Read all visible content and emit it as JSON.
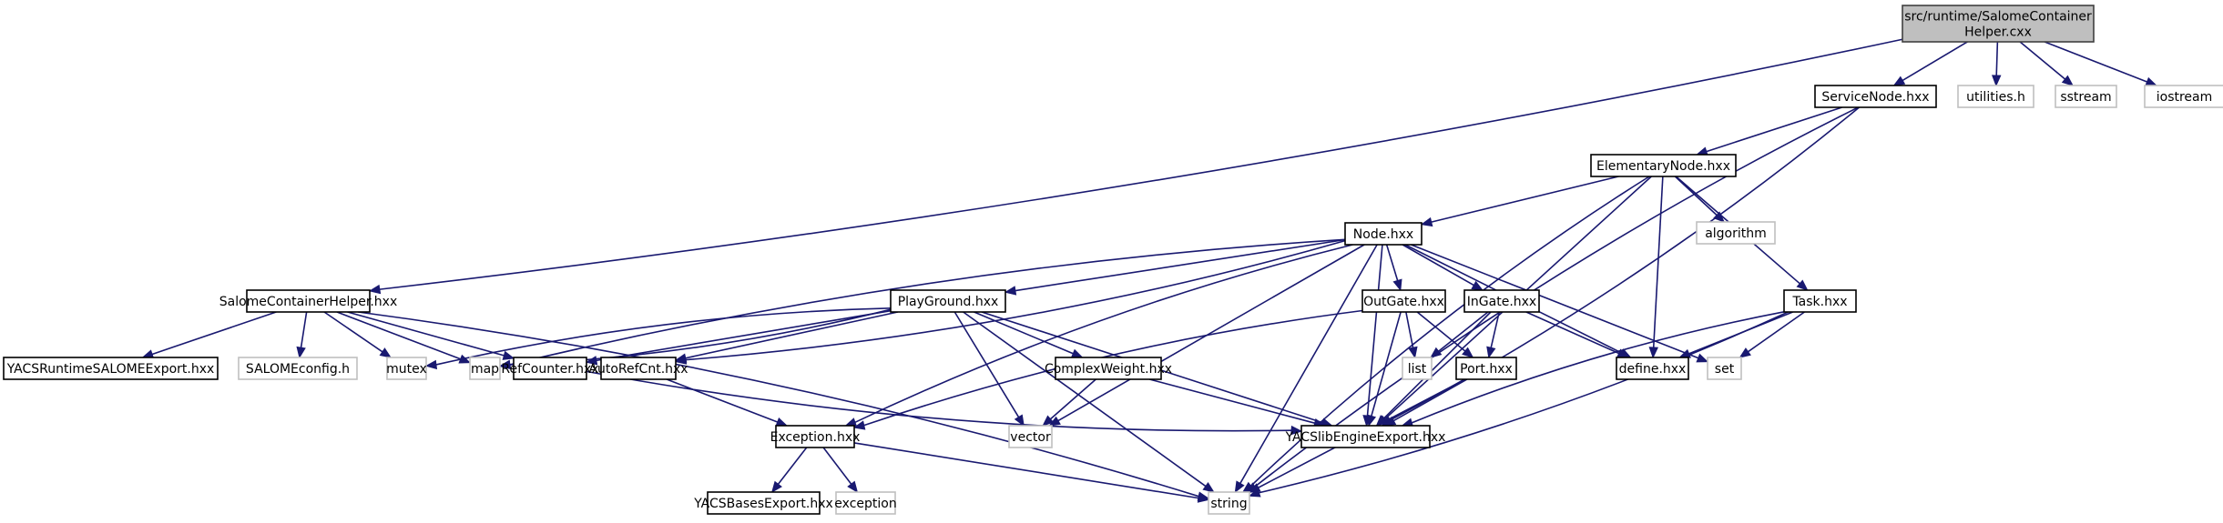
{
  "title": "Include dependency graph for SalomeContainerHelper.cxx",
  "colors": {
    "edge": "#191970",
    "root_fill": "#bfbfbf",
    "doc_border": "#000000",
    "external_border": "#bfbfbf"
  },
  "nodes": [
    {
      "id": "root",
      "lines": [
        "src/runtime/SalomeContainer",
        "Helper.cxx"
      ],
      "kind": "root"
    },
    {
      "id": "servicenode",
      "lines": [
        "ServiceNode.hxx"
      ],
      "kind": "doc"
    },
    {
      "id": "utilities",
      "lines": [
        "utilities.h"
      ],
      "kind": "ext"
    },
    {
      "id": "sstream",
      "lines": [
        "sstream"
      ],
      "kind": "ext"
    },
    {
      "id": "iostream",
      "lines": [
        "iostream"
      ],
      "kind": "ext"
    },
    {
      "id": "elementarynode",
      "lines": [
        "ElementaryNode.hxx"
      ],
      "kind": "doc"
    },
    {
      "id": "algorithm",
      "lines": [
        "algorithm"
      ],
      "kind": "ext"
    },
    {
      "id": "node",
      "lines": [
        "Node.hxx"
      ],
      "kind": "doc"
    },
    {
      "id": "salomehelper",
      "lines": [
        "SalomeContainerHelper.hxx"
      ],
      "kind": "doc"
    },
    {
      "id": "playground",
      "lines": [
        "PlayGround.hxx"
      ],
      "kind": "doc"
    },
    {
      "id": "outgate",
      "lines": [
        "OutGate.hxx"
      ],
      "kind": "doc"
    },
    {
      "id": "ingate",
      "lines": [
        "InGate.hxx"
      ],
      "kind": "doc"
    },
    {
      "id": "task",
      "lines": [
        "Task.hxx"
      ],
      "kind": "doc"
    },
    {
      "id": "yacsruntime",
      "lines": [
        "YACSRuntimeSALOMEExport.hxx"
      ],
      "kind": "doc"
    },
    {
      "id": "salomeconfig",
      "lines": [
        "SALOMEconfig.h"
      ],
      "kind": "ext"
    },
    {
      "id": "mutex",
      "lines": [
        "mutex"
      ],
      "kind": "ext"
    },
    {
      "id": "map",
      "lines": [
        "map"
      ],
      "kind": "ext"
    },
    {
      "id": "refcounter",
      "lines": [
        "RefCounter.hxx"
      ],
      "kind": "doc"
    },
    {
      "id": "autorefcnt",
      "lines": [
        "AutoRefCnt.hxx"
      ],
      "kind": "doc"
    },
    {
      "id": "complexweight",
      "lines": [
        "ComplexWeight.hxx"
      ],
      "kind": "doc"
    },
    {
      "id": "list",
      "lines": [
        "list"
      ],
      "kind": "ext"
    },
    {
      "id": "port",
      "lines": [
        "Port.hxx"
      ],
      "kind": "doc"
    },
    {
      "id": "define",
      "lines": [
        "define.hxx"
      ],
      "kind": "doc"
    },
    {
      "id": "set",
      "lines": [
        "set"
      ],
      "kind": "ext"
    },
    {
      "id": "exception_hxx",
      "lines": [
        "Exception.hxx"
      ],
      "kind": "doc"
    },
    {
      "id": "vector",
      "lines": [
        "vector"
      ],
      "kind": "ext"
    },
    {
      "id": "yacslibengine",
      "lines": [
        "YACSlibEngineExport.hxx"
      ],
      "kind": "doc"
    },
    {
      "id": "yacsbases",
      "lines": [
        "YACSBasesExport.hxx"
      ],
      "kind": "doc"
    },
    {
      "id": "exception",
      "lines": [
        "exception"
      ],
      "kind": "ext"
    },
    {
      "id": "string",
      "lines": [
        "string"
      ],
      "kind": "ext"
    }
  ],
  "edges": [
    [
      "root",
      "servicenode"
    ],
    [
      "root",
      "utilities"
    ],
    [
      "root",
      "sstream"
    ],
    [
      "root",
      "iostream"
    ],
    [
      "root",
      "salomehelper"
    ],
    [
      "servicenode",
      "elementarynode"
    ],
    [
      "servicenode",
      "yacslibengine"
    ],
    [
      "servicenode",
      "string"
    ],
    [
      "elementarynode",
      "node"
    ],
    [
      "elementarynode",
      "algorithm"
    ],
    [
      "elementarynode",
      "task"
    ],
    [
      "elementarynode",
      "define"
    ],
    [
      "elementarynode",
      "yacslibengine"
    ],
    [
      "elementarynode",
      "string"
    ],
    [
      "node",
      "playground"
    ],
    [
      "node",
      "outgate"
    ],
    [
      "node",
      "ingate"
    ],
    [
      "node",
      "map"
    ],
    [
      "node",
      "autorefcnt"
    ],
    [
      "node",
      "exception_hxx"
    ],
    [
      "node",
      "vector"
    ],
    [
      "node",
      "yacslibengine"
    ],
    [
      "node",
      "define"
    ],
    [
      "node",
      "set"
    ],
    [
      "node",
      "string"
    ],
    [
      "salomehelper",
      "yacsruntime"
    ],
    [
      "salomehelper",
      "salomeconfig"
    ],
    [
      "salomehelper",
      "mutex"
    ],
    [
      "salomehelper",
      "map"
    ],
    [
      "salomehelper",
      "refcounter"
    ],
    [
      "salomehelper",
      "string"
    ],
    [
      "playground",
      "refcounter"
    ],
    [
      "playground",
      "autorefcnt"
    ],
    [
      "playground",
      "complexweight"
    ],
    [
      "playground",
      "map"
    ],
    [
      "playground",
      "mutex"
    ],
    [
      "playground",
      "vector"
    ],
    [
      "playground",
      "yacslibengine"
    ],
    [
      "playground",
      "string"
    ],
    [
      "outgate",
      "list"
    ],
    [
      "outgate",
      "port"
    ],
    [
      "outgate",
      "exception_hxx"
    ],
    [
      "outgate",
      "yacslibengine"
    ],
    [
      "ingate",
      "list"
    ],
    [
      "ingate",
      "port"
    ],
    [
      "ingate",
      "define"
    ],
    [
      "ingate",
      "yacslibengine"
    ],
    [
      "task",
      "define"
    ],
    [
      "task",
      "set"
    ],
    [
      "task",
      "yacslibengine"
    ],
    [
      "task",
      "string"
    ],
    [
      "refcounter",
      "yacslibengine"
    ],
    [
      "autorefcnt",
      "exception_hxx"
    ],
    [
      "complexweight",
      "vector"
    ],
    [
      "complexweight",
      "yacslibengine"
    ],
    [
      "port",
      "yacslibengine"
    ],
    [
      "port",
      "string"
    ],
    [
      "exception_hxx",
      "yacsbases"
    ],
    [
      "exception_hxx",
      "exception"
    ],
    [
      "exception_hxx",
      "string"
    ]
  ]
}
